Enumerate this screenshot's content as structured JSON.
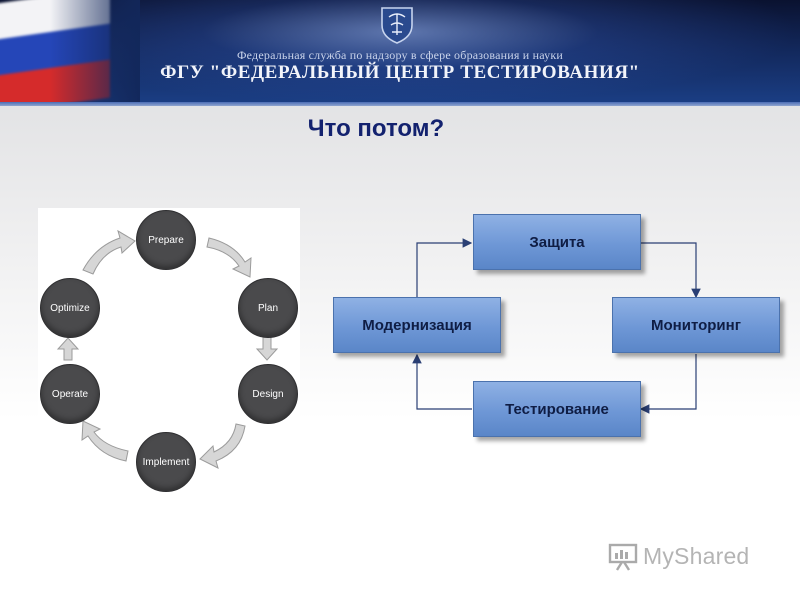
{
  "header": {
    "subtitle": "Федеральная служба по надзору в сфере образования и науки",
    "title": "ФГУ \"ФЕДЕРАЛЬНЫЙ ЦЕНТР ТЕСТИРОВАНИЯ\""
  },
  "slide": {
    "title": "Что потом?"
  },
  "cycle": {
    "nodes": [
      "Prepare",
      "Plan",
      "Design",
      "Implement",
      "Operate",
      "Optimize"
    ],
    "node_color": "#4a4a4c",
    "arrow_color": "#d6d6d6"
  },
  "flow": {
    "boxes": {
      "top": "Защита",
      "right": "Мониторинг",
      "bottom": "Тестирование",
      "left": "Модернизация"
    },
    "box_color": "#6e97d6",
    "connector_color": "#2a3f74"
  },
  "watermark": {
    "text": "MyShared",
    "icon": "presentation-board-icon"
  }
}
